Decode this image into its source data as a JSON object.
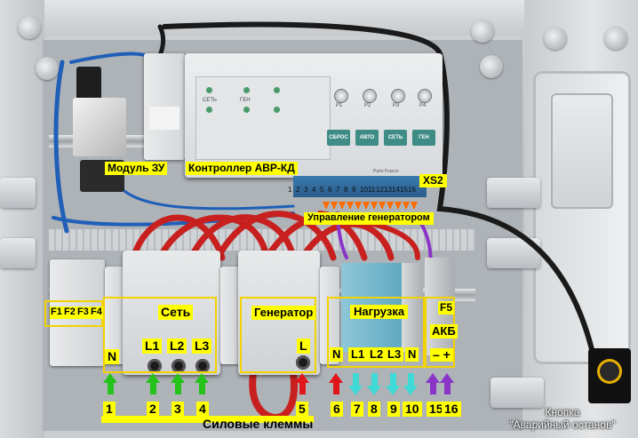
{
  "photo": {
    "description_kind": "annotated photo of electrical panel"
  },
  "labels": {
    "module_zu": "Модуль ЗУ",
    "controller": "Контроллер АВР-КД",
    "xs2": "XS2",
    "generator_control": "Управление генератором",
    "set_group": "Сеть",
    "generator_group": "Генератор",
    "load_group": "Нагрузка",
    "fuses": [
      "F1",
      "F2",
      "F3",
      "F4"
    ],
    "f5": "F5",
    "akb": "АКБ",
    "akb_polarity": "– +",
    "set_phases": [
      "N",
      "L1",
      "L2",
      "L3"
    ],
    "gen_phases": [
      "L"
    ],
    "load_phases": [
      "N",
      "L1",
      "L2",
      "L3",
      "N"
    ],
    "bottom_numbers": [
      "1",
      "2",
      "3",
      "4",
      "5",
      "6",
      "7",
      "8",
      "9",
      "10",
      "15",
      "16"
    ],
    "power_terminals": "Силовые клеммы",
    "estop_line1": "Кнопка",
    "estop_line2": "“Аварийный останов”",
    "terminal_numbers": [
      "1",
      "2",
      "3",
      "4",
      "5",
      "6",
      "7",
      "8",
      "9",
      "10",
      "11",
      "12",
      "13",
      "14",
      "15",
      "16"
    ]
  },
  "controller_face": {
    "left_col": "СЕТЬ",
    "mid_col": "ГЕН",
    "knobs": [
      "Р1",
      "Р2",
      "Р3",
      "Р4"
    ],
    "buttons": [
      "СБРОС",
      "АВТО",
      "СЕТЬ",
      "ГЕН"
    ],
    "brand": "Parts France"
  },
  "colors": {
    "callout_bg": "#ffff00",
    "frame": "#f2d200",
    "arrow_green": "#25c21c",
    "arrow_red": "#e0161b",
    "arrow_cyan": "#3fd9d6",
    "arrow_purple": "#8a34c8",
    "arrow_orange": "#ff6a00",
    "wire_red": "#c8201e",
    "wire_blue": "#1f5fb8"
  }
}
